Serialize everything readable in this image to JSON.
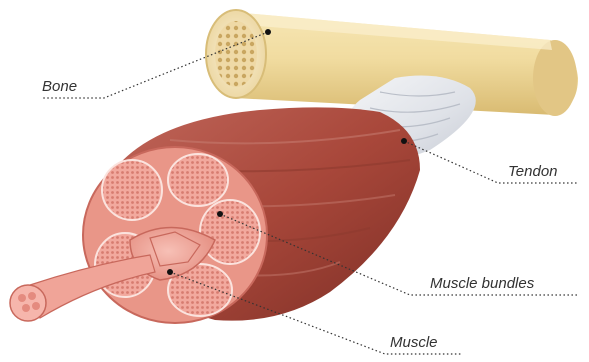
{
  "labels": {
    "bone": "Bone",
    "tendon": "Tendon",
    "muscle_bundles": "Muscle bundles",
    "muscle": "Muscle"
  },
  "colors": {
    "bone": "#f1dca0",
    "bone_end": "#f7edcc",
    "tendon": "#e6e8ec",
    "muscle": "#a8473a",
    "muscle_light": "#d98c7e",
    "cross_section": "#f2a99e",
    "leader_line": "#333333"
  }
}
